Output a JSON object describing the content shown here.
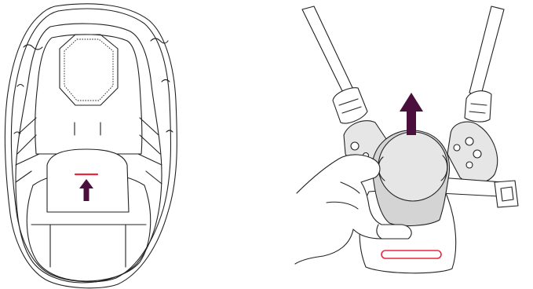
{
  "colors": {
    "arrow": "#4a0f3c",
    "indicator": "#e8283f",
    "line": "#222222",
    "shade": "#d4d4d4"
  },
  "figures": {
    "left": {
      "icon": "seat-cover-top-view-icon",
      "arrow_direction": "up",
      "indicator": "red-line"
    },
    "right": {
      "icon": "harness-buckle-release-icon",
      "arrow_direction": "up",
      "indicator": "red-outline-slot"
    }
  }
}
